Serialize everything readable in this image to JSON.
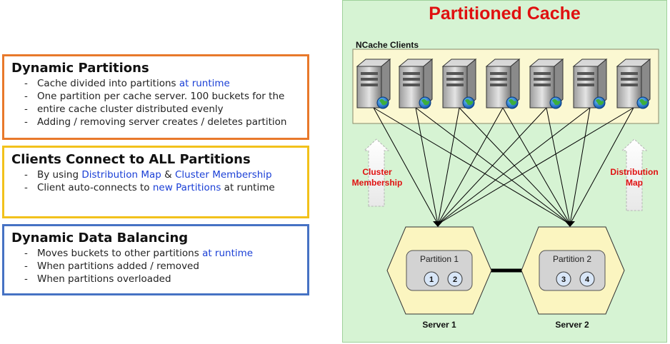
{
  "boxes": [
    {
      "title": "Dynamic Partitions",
      "bullets": [
        [
          "Cache divided into partitions ",
          "at runtime",
          ""
        ],
        [
          "One partition per cache server. 100 buckets for the",
          "",
          ""
        ],
        [
          "entire cache cluster distributed evenly",
          "",
          ""
        ],
        [
          "Adding / removing server creates / deletes partition",
          "",
          ""
        ]
      ]
    },
    {
      "title": "Clients Connect to ALL Partitions",
      "bullets": [
        [
          "By using ",
          "Distribution Map",
          " & ",
          "Cluster Membership"
        ],
        [
          "Client auto-connects to ",
          "new Partitions",
          " at runtime"
        ]
      ]
    },
    {
      "title": "Dynamic Data Balancing",
      "bullets": [
        [
          "Moves buckets to other partitions ",
          "at runtime",
          ""
        ],
        [
          "When partitions added / removed",
          "",
          ""
        ],
        [
          "When partitions overloaded",
          "",
          ""
        ]
      ]
    }
  ],
  "diagram": {
    "title": "Partitioned Cache",
    "clients_label": "NCache Clients",
    "left_arrow_label_1": "Cluster",
    "left_arrow_label_2": "Membership",
    "right_arrow_label_1": "Distribution",
    "right_arrow_label_2": "Map",
    "partition1": {
      "label": "Partition 1",
      "buckets": [
        "1",
        "2"
      ],
      "server": "Server 1"
    },
    "partition2": {
      "label": "Partition 2",
      "buckets": [
        "3",
        "4"
      ],
      "server": "Server 2"
    },
    "colors": {
      "title": "#e01010",
      "arrow_label": "#e01010",
      "background": "#d6f3d3",
      "clients_panel": "#fbf8d2",
      "hexagon": "#fbf5c0"
    }
  }
}
